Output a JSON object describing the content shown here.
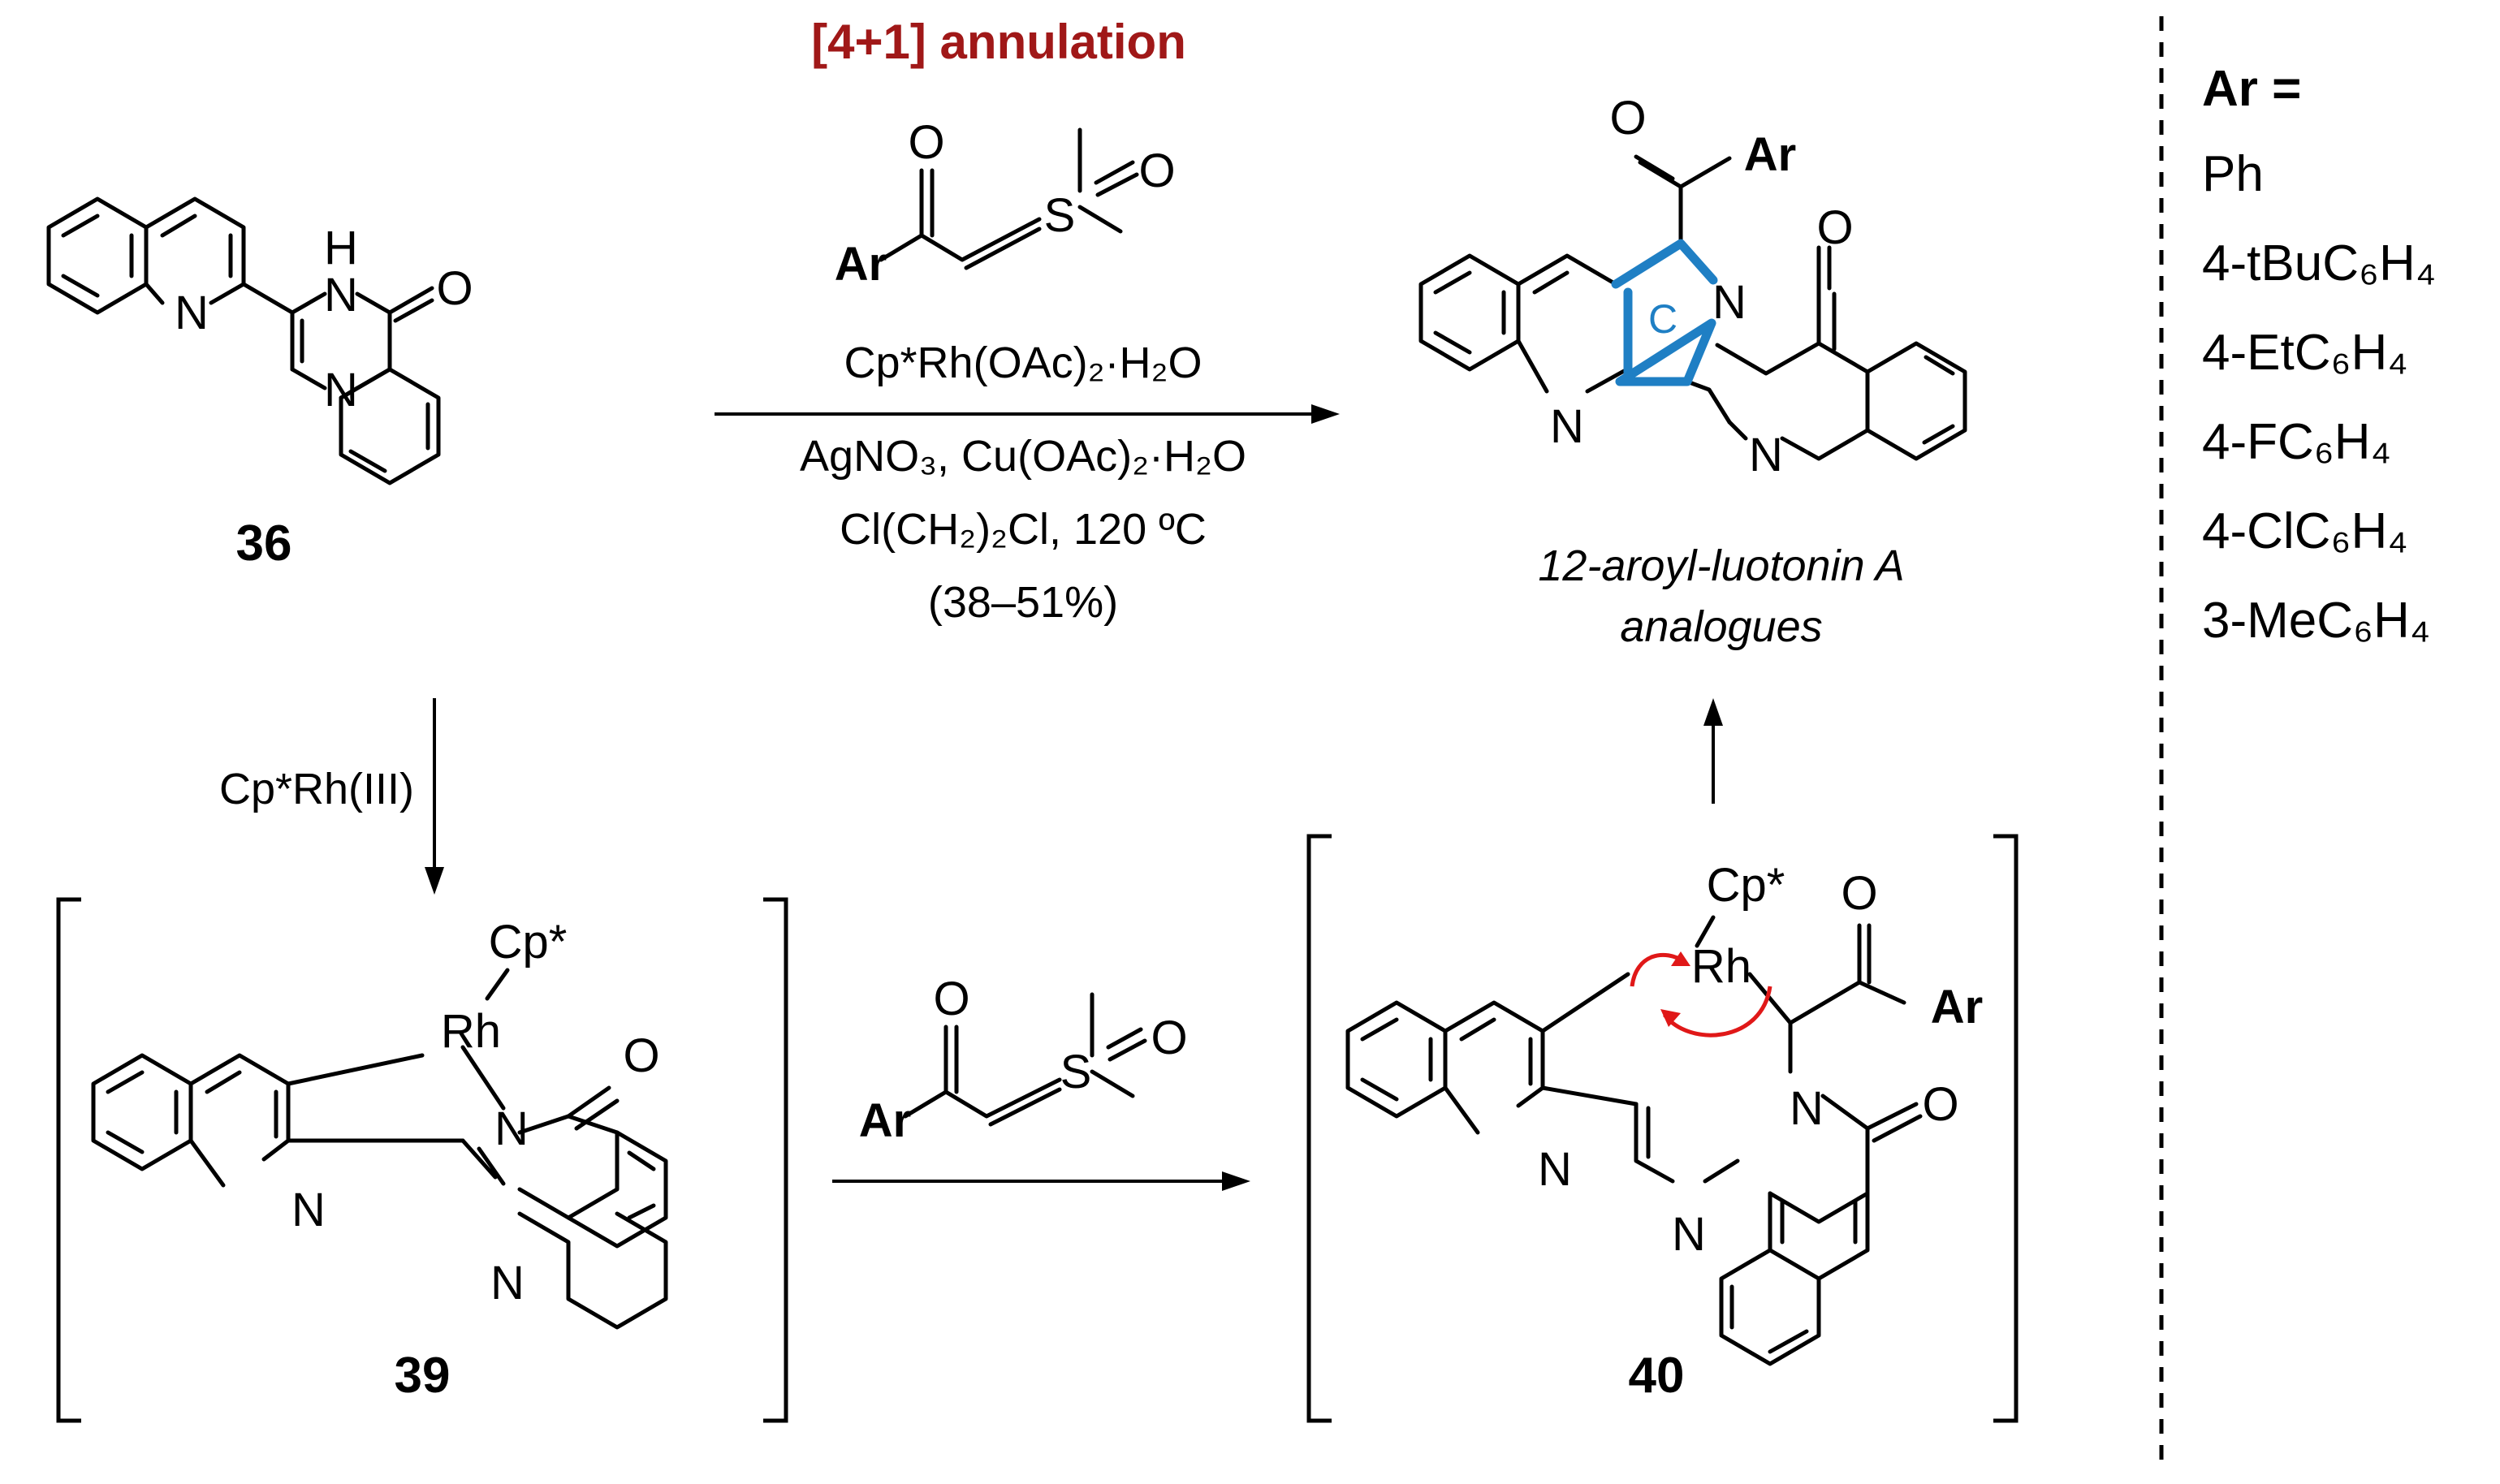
{
  "title": "[4+1] annulation",
  "colors": {
    "title": "#a01818",
    "highlight": "#1f7fc4",
    "curved_arrow": "#e01818",
    "ink": "#000000"
  },
  "compounds": {
    "c36": "36",
    "c39": "39",
    "c40": "40"
  },
  "atoms": {
    "N": "N",
    "H": "H",
    "O": "O",
    "S": "S",
    "Rh": "Rh",
    "Cp": "Cp*",
    "Ar": "Ar",
    "C": "C"
  },
  "conditions": {
    "line1": "Cp*Rh(OAc)₂·H₂O",
    "line2": "AgNO₃, Cu(OAc)₂·H₂O",
    "line3": "Cl(CH₂)₂Cl, 120 ºC",
    "yield": "(38–51%)"
  },
  "down_arrow_label": "Cp*Rh(III)",
  "product": {
    "caption_line1": "12-aroyl-luotonin A",
    "caption_line2": "analogues"
  },
  "ar_list": {
    "header": "Ar =",
    "items": [
      "Ph",
      "4-tBuC₆H₄",
      "4-EtC₆H₄",
      "4-FC₆H₄",
      "4-ClC₆H₄",
      "3-MeC₆H₄"
    ]
  }
}
